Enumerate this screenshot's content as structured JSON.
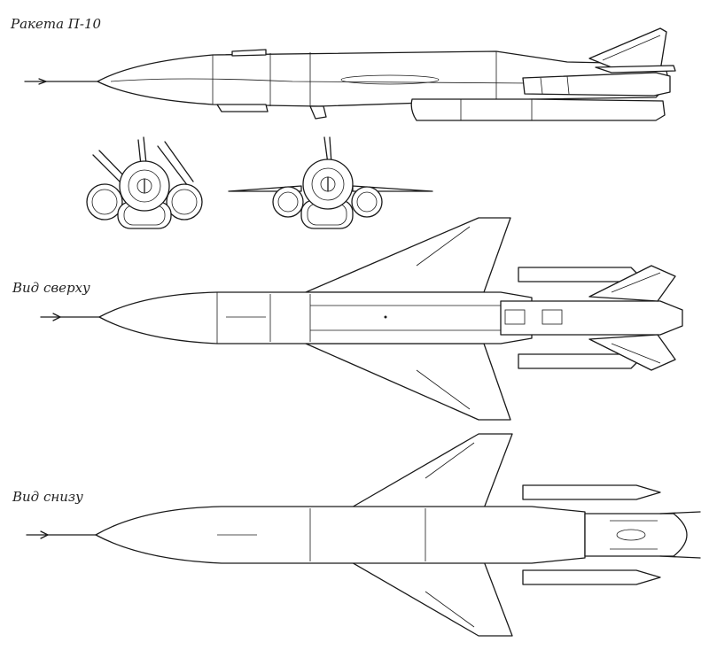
{
  "labels": {
    "title": "Ракета П-10",
    "top_view": "Вид сверху",
    "bottom_view": "Вид снизу"
  },
  "colors": {
    "ink": "#1a1a1a",
    "paper": "#ffffff"
  }
}
